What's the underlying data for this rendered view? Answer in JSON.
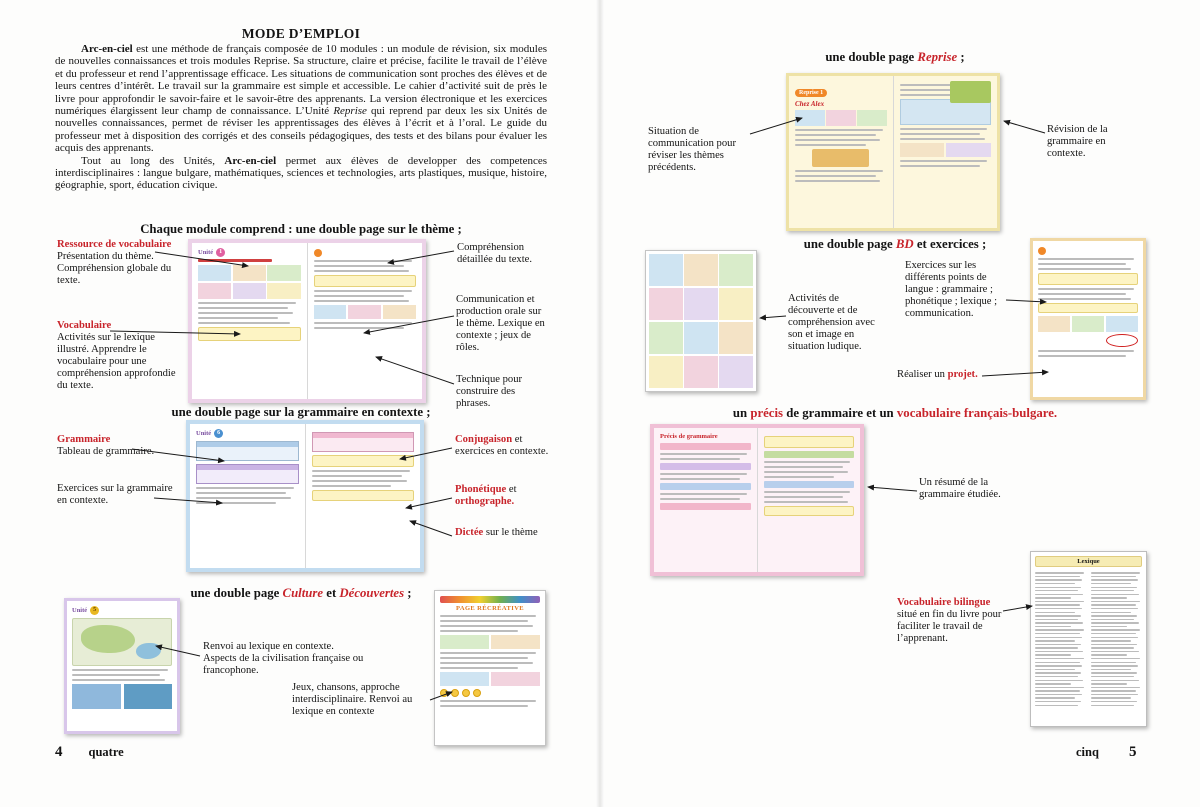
{
  "colors": {
    "accent_red": "#c8242b"
  },
  "left": {
    "title": "MODE D’EMPLOI",
    "intro": {
      "p1": [
        {
          "t": "Arc-en-ciel",
          "cls": "b"
        },
        {
          "t": " est une méthode de français composée de 10 modules : un module de révision, six modules de nouvelles connaissances et trois modules Reprise. Sa structure, claire et précise, facilite le travail de l’élève et du professeur et rend l’apprentissage efficace. Les situations de communication sont proches des élèves et de leurs centres d’intérêt. Le travail sur la grammaire est simple et accessible. Le cahier d’activité suit de près le livre pour approfondir le savoir-faire et le savoir-être des apprenants. La version électronique et les exercices numériques élargissent leur champ de connaissance. L’Unité "
        },
        {
          "t": "Reprise",
          "cls": "i"
        },
        {
          "t": " qui reprend par deux les six Unités de nouvelles connaissances, permet de réviser les apprentissages des élèves à l’écrit et à l’oral. Le guide du professeur met à disposition des corrigés et des conseils pédagogiques, des tests et des bilans pour évaluer les acquis des apprenants."
        }
      ],
      "p2": [
        {
          "t": "Tout au long des Unités, "
        },
        {
          "t": "Arc-en-ciel",
          "cls": "b"
        },
        {
          "t": " permet aux élèves de developper des competences interdisciplinaires : langue bulgare, mathématiques, sciences et technologies, arts plastiques, musique, histoire, géographie, sport, éducation civique."
        }
      ]
    },
    "theme": {
      "heading": [
        {
          "t": "Chaque module comprend : une double page sur le thème ;"
        }
      ],
      "ann_ressource": [
        {
          "t": "Ressource de vocabulaire",
          "cls": "rb"
        },
        {
          "t": "\nPrésentation du thème. Compréhension globale du texte."
        }
      ],
      "ann_vocab": [
        {
          "t": "Vocabulaire",
          "cls": "rb"
        },
        {
          "t": "\nActivités sur le lexique illustré. Apprendre le vocabulaire pour une compréhension approfondie du texte."
        }
      ],
      "ann_comprehension": [
        {
          "t": "Compréhension détaillée du texte."
        }
      ],
      "ann_communication": [
        {
          "t": "Communication et production orale sur le thème. Lexique en contexte ; jeux de rôles."
        }
      ],
      "ann_technique": [
        {
          "t": "Technique pour construire des phrases."
        }
      ]
    },
    "grammar": {
      "heading": [
        {
          "t": "une double page sur la grammaire en contexte ;"
        }
      ],
      "ann_grammaire": [
        {
          "t": "Grammaire",
          "cls": "rb"
        },
        {
          "t": "\nTableau de grammaire."
        }
      ],
      "ann_exercices": [
        {
          "t": "Exercices sur la grammaire en contexte."
        }
      ],
      "ann_conjugaison": [
        {
          "t": "Conjugaison",
          "cls": "rb"
        },
        {
          "t": " et exercices en contexte."
        }
      ],
      "ann_phonetique": [
        {
          "t": "Phonétique",
          "cls": "rb"
        },
        {
          "t": " et "
        },
        {
          "t": "orthographe.",
          "cls": "rb"
        }
      ],
      "ann_dictee": [
        {
          "t": "Dictée",
          "cls": "rb"
        },
        {
          "t": " sur le thème"
        }
      ]
    },
    "culture": {
      "heading": [
        {
          "t": "une double page "
        },
        {
          "t": "Culture",
          "cls": "ri"
        },
        {
          "t": " et "
        },
        {
          "t": "Découvertes",
          "cls": "ri"
        },
        {
          "t": " ;"
        }
      ],
      "ann_renvoi": [
        {
          "t": "Renvoi au lexique en contexte. Aspects de la civilisation française ou francophone."
        }
      ],
      "ann_jeux": [
        {
          "t": "Jeux, chansons, approche interdisciplinaire. Renvoi au lexique en contexte"
        }
      ]
    },
    "page_number": "4",
    "page_word": "quatre"
  },
  "right": {
    "reprise": {
      "heading": [
        {
          "t": "une double page "
        },
        {
          "t": "Reprise",
          "cls": "ri"
        },
        {
          "t": " ;"
        }
      ],
      "ann_situation": [
        {
          "t": "Situation de communication pour réviser les thèmes précédents."
        }
      ],
      "ann_revision": [
        {
          "t": "Révision de la grammaire en contexte."
        }
      ]
    },
    "bd": {
      "heading": [
        {
          "t": "une double page "
        },
        {
          "t": "BD",
          "cls": "ri"
        },
        {
          "t": " et exercices ;"
        }
      ],
      "ann_activites": [
        {
          "t": "Activités de découverte et de compréhension avec son et image en situation ludique."
        }
      ],
      "ann_exercices": [
        {
          "t": "Exercices sur les différents points de langue : grammaire ; phonétique ; lexique ; communication."
        }
      ],
      "ann_projet": [
        {
          "t": "Réaliser un "
        },
        {
          "t": "projet.",
          "cls": "rb"
        }
      ]
    },
    "precis": {
      "heading": [
        {
          "t": "un "
        },
        {
          "t": "précis",
          "cls": "rb"
        },
        {
          "t": " de grammaire et un "
        },
        {
          "t": "vocabulaire français-bulgare.",
          "cls": "rb"
        }
      ],
      "ann_resume": [
        {
          "t": "Un résumé de la grammaire étudiée."
        }
      ],
      "ann_vocab_bilingue": [
        {
          "t": "Vocabulaire bilingue",
          "cls": "rb"
        },
        {
          "t": " situé en fin du livre pour faciliter le travail de l’apprenant."
        }
      ]
    },
    "page_number": "5",
    "page_word": "cinq"
  },
  "thumbnails": {
    "unit_word": "Unité",
    "theme_unit_number": "1",
    "grammar_unit_number": "6",
    "culture_unit_number": "5",
    "recreative_title": "PAGE RÉCRÉATIVE",
    "reprise_badge": "Reprise 1",
    "reprise_letter_title": "Chez Alex",
    "precis_title": "Précis de grammaire",
    "lexique_title": "Lexique"
  }
}
